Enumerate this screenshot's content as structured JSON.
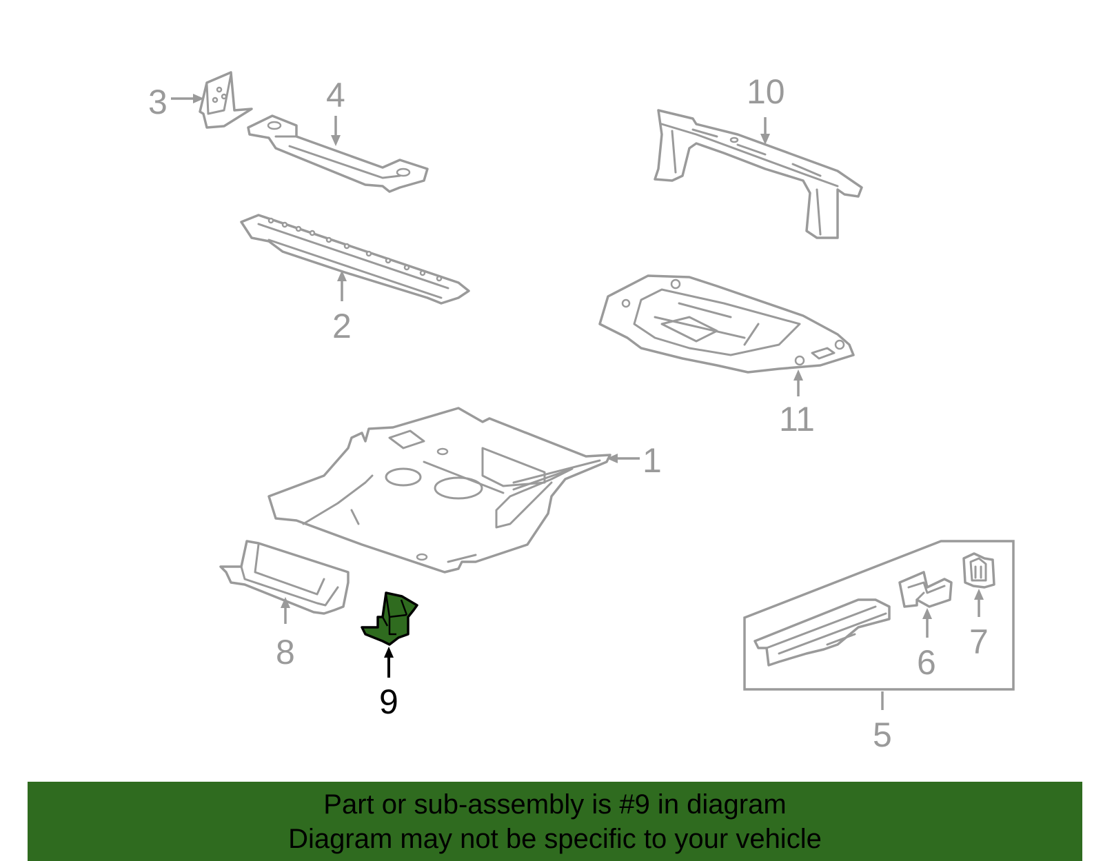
{
  "diagram": {
    "callouts": {
      "c1": "1",
      "c2": "2",
      "c3": "3",
      "c4": "4",
      "c5": "5",
      "c6": "6",
      "c7": "7",
      "c8": "8",
      "c9": "9",
      "c10": "10",
      "c11": "11"
    },
    "highlighted_part": "9",
    "highlight_color": "#2f6b1f"
  },
  "banner": {
    "line1": "Part or sub-assembly is #9 in diagram",
    "line2": "Diagram may not be specific to your vehicle",
    "background": "#2f6b1f"
  }
}
